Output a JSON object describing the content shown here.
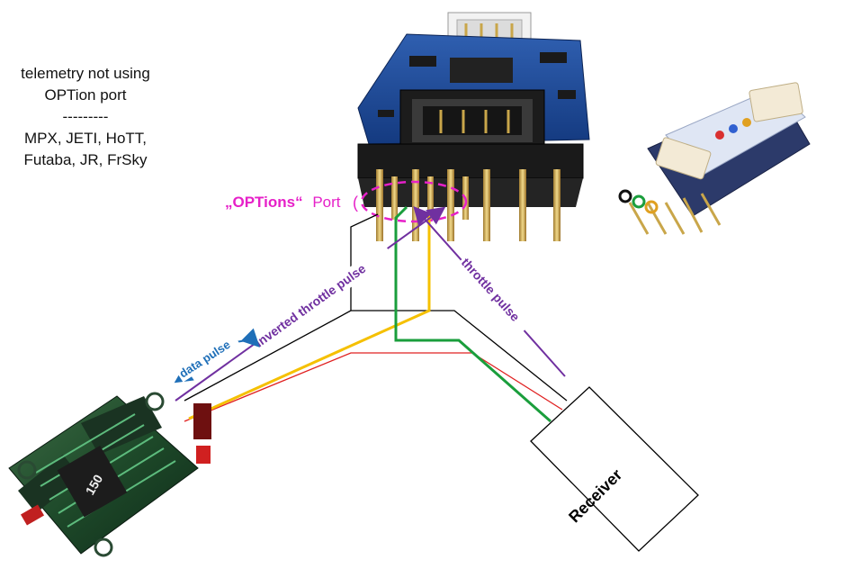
{
  "notes": {
    "line1": "telemetry not using",
    "line2": "OPTion port",
    "line3": "---------",
    "line4": "MPX, JETI, HoTT,",
    "line5": "Futaba, JR, FrSky"
  },
  "labels": {
    "options_port_quoted": "„OPTions“",
    "options_port_word": "Port",
    "data_pulse": "data pulse",
    "inverted_throttle_pulse": "inverted throttle pulse",
    "throttle_pulse": "throttle pulse",
    "receiver": "Receiver"
  },
  "colors": {
    "options_label": "#e620c8",
    "data_pulse": "#1f6fb8",
    "throttle_pulse": "#7030a0",
    "wire_black": "#000000",
    "wire_red": "#e02020",
    "wire_yellow": "#f5c000",
    "wire_green": "#1a9e3c"
  },
  "devices": {
    "main_module": "module-with-pin-header",
    "small_module": "telemetry-module-photo",
    "esc": "esc-controller-photo",
    "receiver": "receiver-box"
  }
}
